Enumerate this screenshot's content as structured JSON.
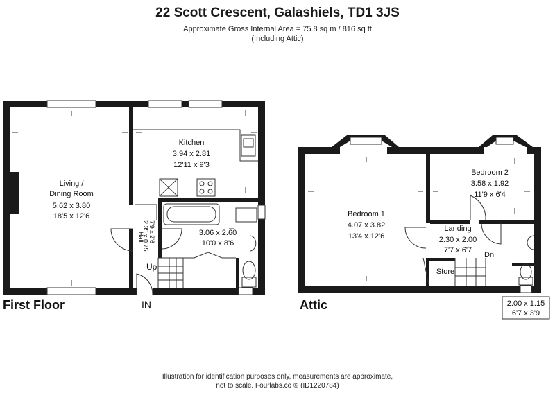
{
  "header": {
    "title": "22 Scott Crescent, Galashiels, TD1 3JS",
    "area": "Approximate Gross Internal Area = 75.8 sq m / 816 sq ft",
    "area_note": "(Including Attic)"
  },
  "floors": {
    "first_floor": {
      "label": "First Floor",
      "living": {
        "name1": "Living  /",
        "name2": "Dining Room",
        "metric": "5.62 x 3.80",
        "imperial": "18'5 x 12'6"
      },
      "kitchen": {
        "name": "Kitchen",
        "metric": "3.94 x 2.81",
        "imperial": "12'11 x 9'3"
      },
      "bathroom": {
        "metric": "3.06 x 2.60",
        "imperial": "10'0 x 8'6"
      },
      "hall": {
        "name": "Hall",
        "metric": "2.35 x 0.75",
        "imperial": "7'9 x 2'6"
      },
      "up": "Up",
      "entrance": "IN"
    },
    "attic": {
      "label": "Attic",
      "bedroom1": {
        "name": "Bedroom 1",
        "metric": "4.07 x 3.82",
        "imperial": "13'4 x 12'6"
      },
      "bedroom2": {
        "name": "Bedroom 2",
        "metric": "3.58 x 1.92",
        "imperial": "11'9 x 6'4"
      },
      "landing": {
        "name": "Landing",
        "metric": "2.30 x 2.00",
        "imperial": "7'7 x 6'7"
      },
      "store": "Store",
      "down": "Dn",
      "ensuite": {
        "metric": "2.00 x 1.15",
        "imperial": "6'7 x 3'9"
      }
    }
  },
  "footer": {
    "line1": "Illustration for identification purposes only, measurements are approximate,",
    "line2": "not to scale. Fourlabs.co © (ID1220784)"
  },
  "colors": {
    "wall": "#1a1a1a",
    "line": "#333333",
    "background": "#ffffff"
  }
}
